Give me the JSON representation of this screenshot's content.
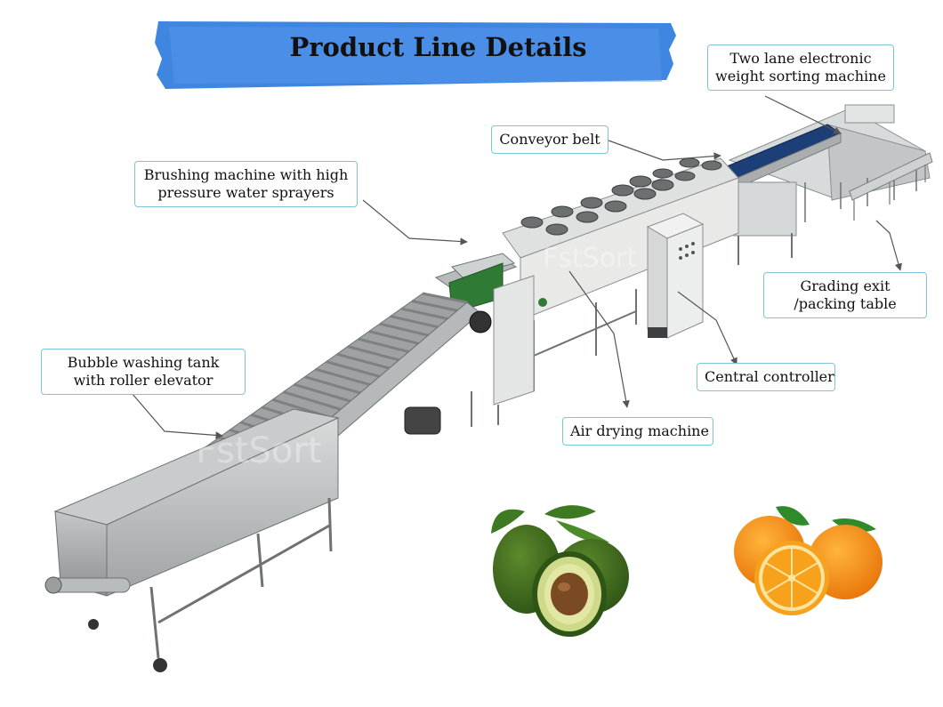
{
  "title": "Product Line Details",
  "labels": {
    "weight_sorter": [
      "Two lane electronic",
      "weight sorting machine"
    ],
    "conveyor": [
      "Conveyor belt"
    ],
    "brushing": [
      "Brushing machine with high",
      "pressure water sprayers"
    ],
    "grading": [
      "Grading  exit",
      "/packing table"
    ],
    "bubble": [
      "Bubble washing tank",
      "with roller elevator"
    ],
    "controller": [
      "Central controller"
    ],
    "air_drying": [
      "Air drying machine"
    ]
  },
  "watermark": "FstSort",
  "colors": {
    "banner": "#3f86e0",
    "label_border": "#7fc6d4",
    "steel": "#b9bcbd",
    "panel": "#e7e8e6",
    "green_tank": "#2f7a35",
    "avocado_skin": "#3d6b1f",
    "avocado_flesh": "#cfd98a",
    "pit": "#7a4a22",
    "orange": "#f28a12"
  },
  "icons": [
    "avocado-illustration",
    "orange-illustration",
    "arrow-pointer"
  ]
}
